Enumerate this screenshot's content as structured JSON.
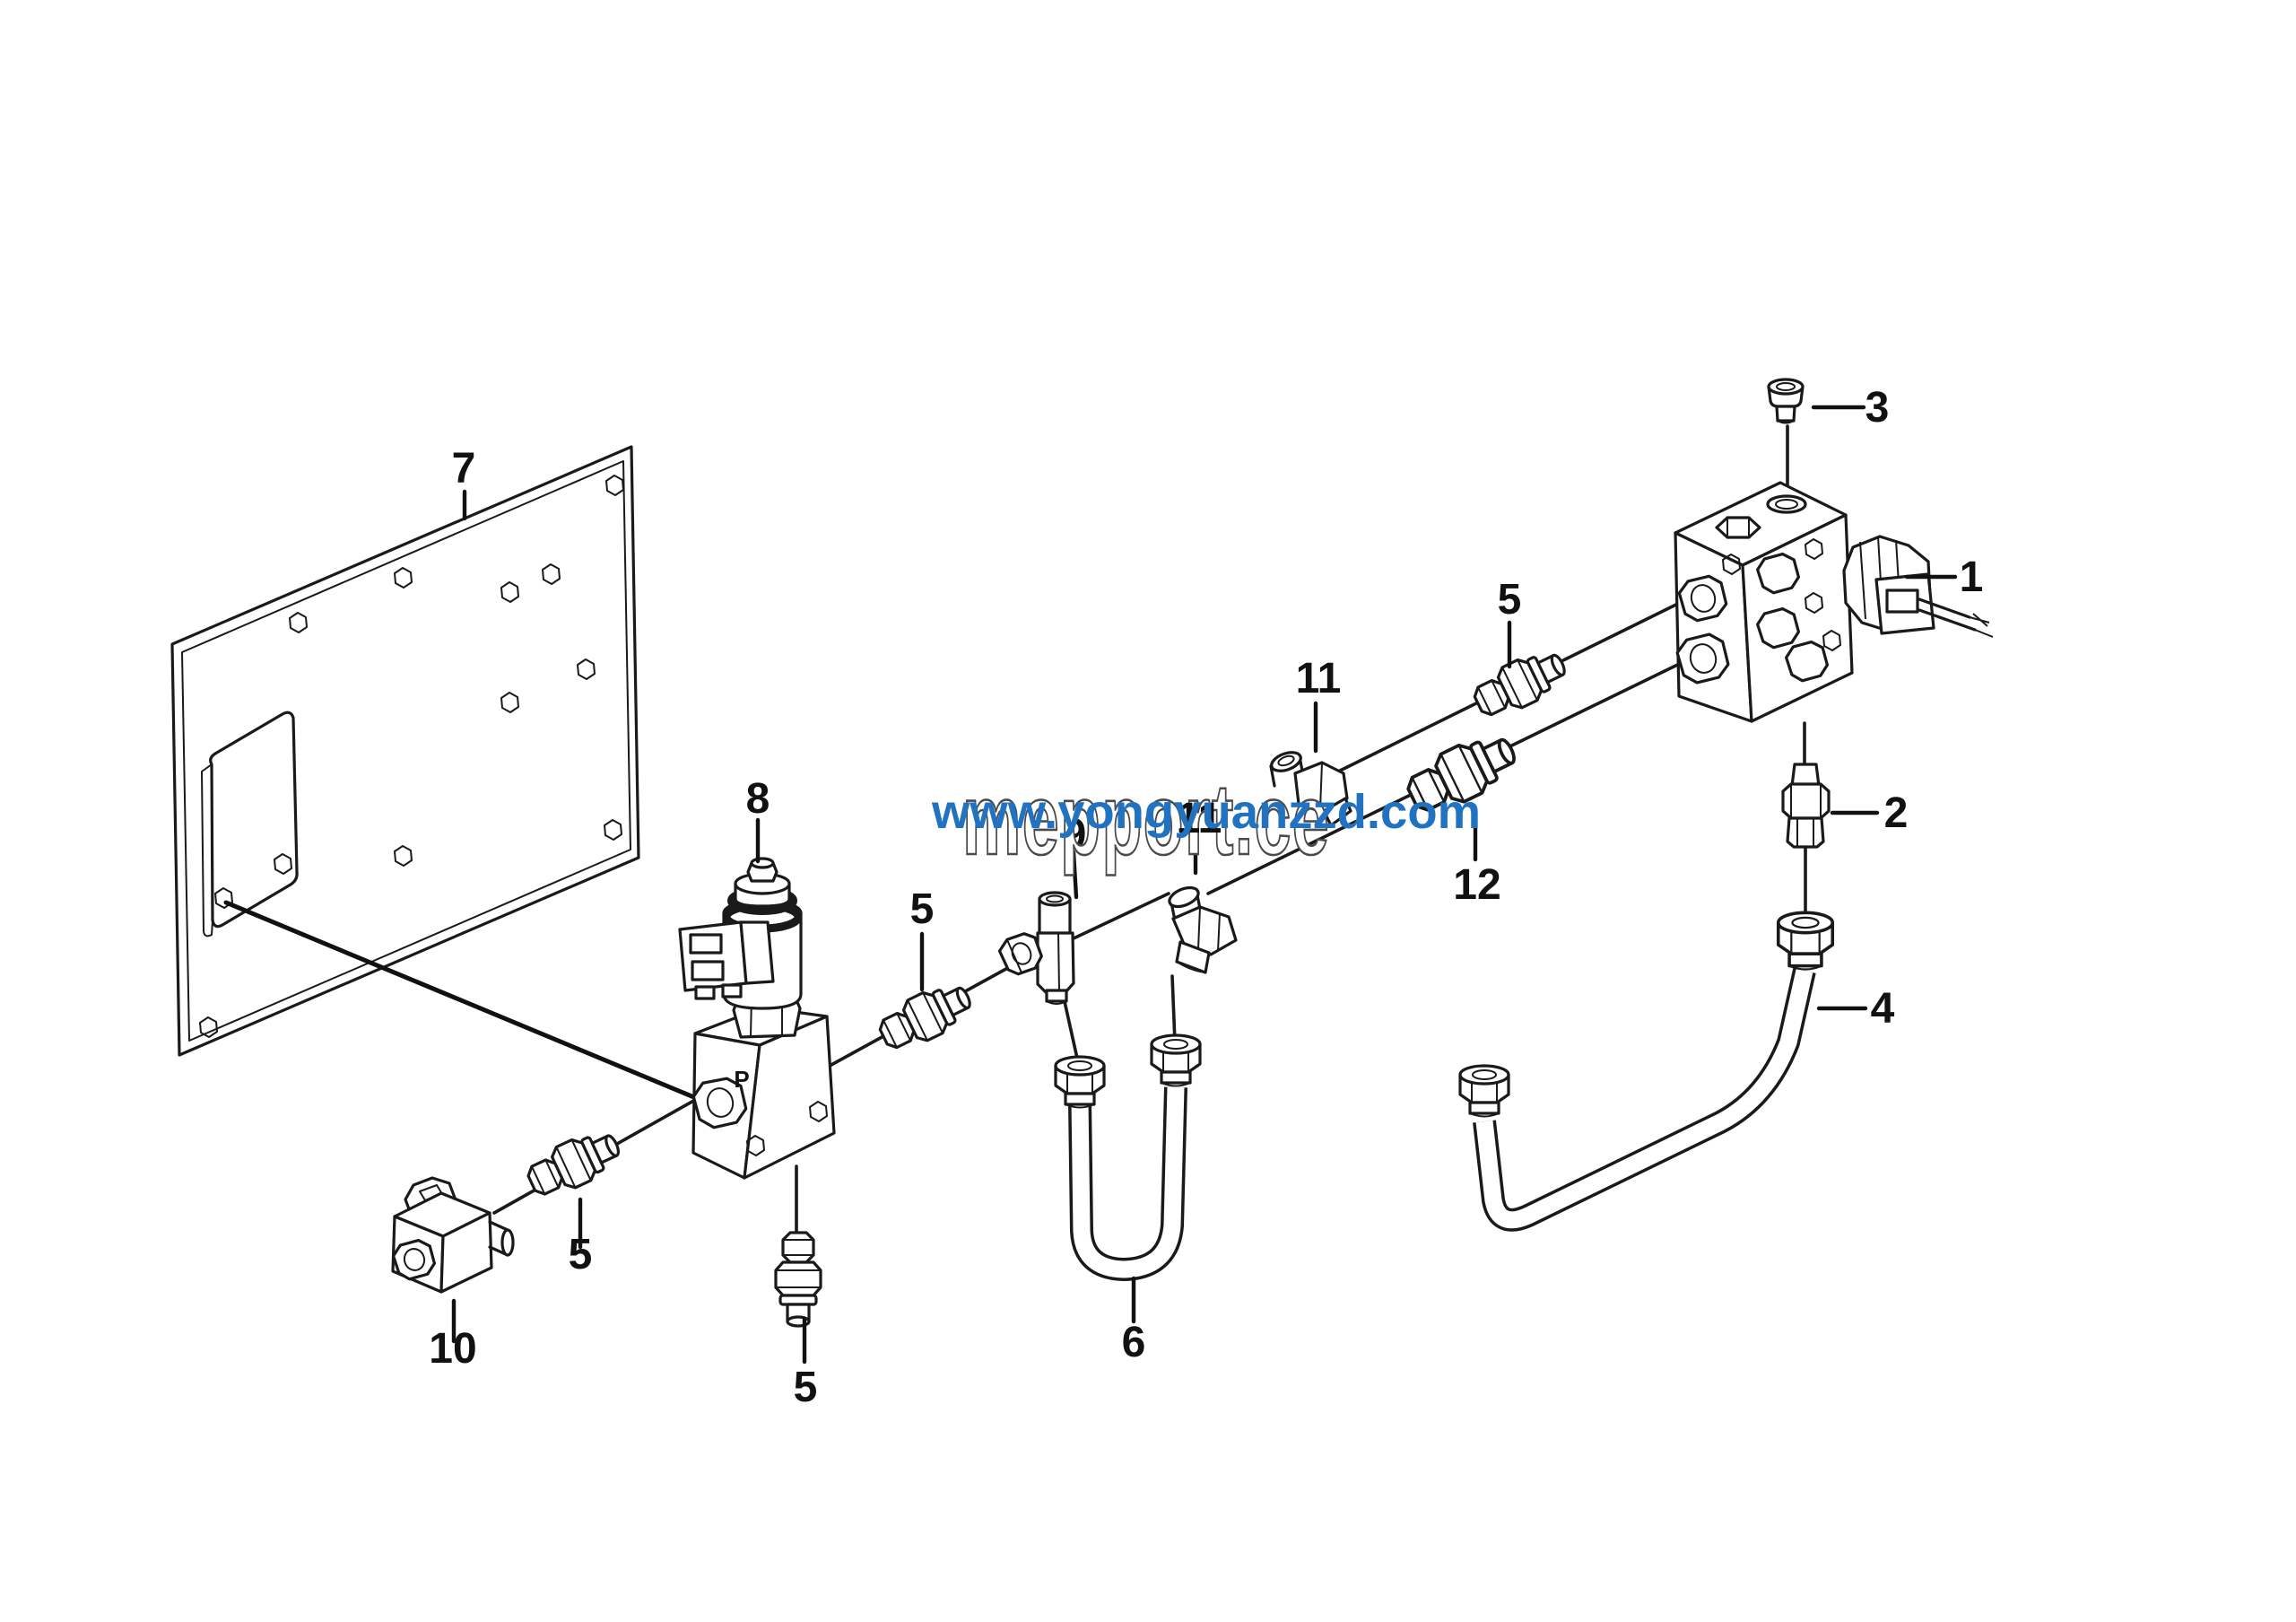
{
  "diagram": {
    "kind": "exploded-parts-diagram",
    "subject": "hydraulic solenoid valve assembly",
    "background_color": "#ffffff",
    "line_color": "#1a1a1a"
  },
  "watermark": {
    "blue_text": "www.yongyuanzzd.com",
    "blue_color": "#2173c2",
    "outline_text": "mepport.ce",
    "outline_color": "#4a4a4a"
  },
  "valve_port_label": "P",
  "callouts": [
    {
      "label": "7",
      "part": "mounting-plate"
    },
    {
      "label": "3",
      "part": "plug"
    },
    {
      "label": "1",
      "part": "valve-block-with-connector"
    },
    {
      "label": "5",
      "part": "fitting"
    },
    {
      "label": "11",
      "part": "elbow-fitting-upper"
    },
    {
      "label": "2",
      "part": "union-fitting"
    },
    {
      "label": "12",
      "part": "bulkhead-fitting"
    },
    {
      "label": "4",
      "part": "pipe"
    },
    {
      "label": "5",
      "part": "fitting"
    },
    {
      "label": "8",
      "part": "solenoid-valve"
    },
    {
      "label": "9",
      "part": "tee-fitting",
      "hidden_by_watermark": true
    },
    {
      "label": "11",
      "part": "elbow-fitting-lower"
    },
    {
      "label": "6",
      "part": "u-pipe"
    },
    {
      "label": "5",
      "part": "fitting"
    },
    {
      "label": "10",
      "part": "tee-block"
    },
    {
      "label": "5",
      "part": "fitting"
    }
  ]
}
